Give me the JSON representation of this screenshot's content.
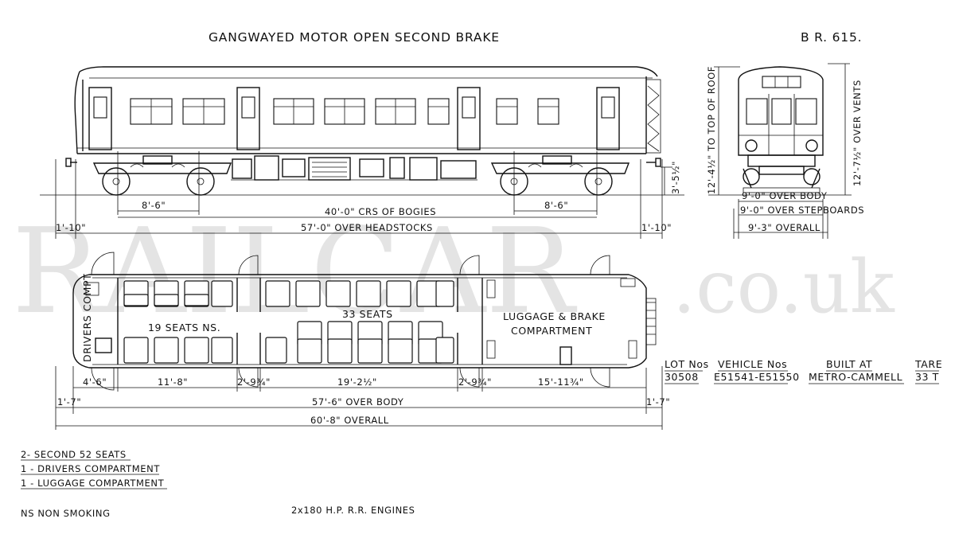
{
  "title": "GANGWAYED MOTOR OPEN SECOND BRAKE",
  "diagram_ref": "B R. 615.",
  "watermark": {
    "main": "RAILCAR",
    "suffix": ".co.uk"
  },
  "side_elevation": {
    "bogie_wheelbase_left": "8'-6\"",
    "bogie_wheelbase_right": "8'-6\"",
    "bogie_centres": "40'-0\" CRS OF BOGIES",
    "over_headstocks": "57'-0\" OVER HEADSTOCKS",
    "overhang_left": "1'-10\"",
    "overhang_right": "1'-10\"",
    "wheel_diameter": "3'-5½\""
  },
  "end_elevation": {
    "to_roof": "12'-4½\" TO TOP OF ROOF",
    "over_vents": "12'-7½\" OVER VENTS",
    "over_body": "9'-0\" OVER BODY",
    "over_stepboards": "9'-0\" OVER STEPBOARDS",
    "overall": "9'-3\" OVERALL"
  },
  "plan": {
    "drivers": "DRIVERS COMPT",
    "seats_ns": "19 SEATS  NS.",
    "seats_main": "33 SEATS",
    "luggage": [
      "LUGGAGE & BRAKE",
      "COMPARTMENT"
    ],
    "dims": [
      "4'-6\"",
      "11'-8\"",
      "2'-9¾\"",
      "19'-2½\"",
      "2'-9¾\"",
      "15'-11¾\""
    ],
    "over_body": "57'-6\" OVER BODY",
    "overhang_left": "1'-7\"",
    "overhang_right": "1'-7\"",
    "overall": "60'-8\" OVERALL"
  },
  "info_table": {
    "headers": [
      "LOT Nos",
      "VEHICLE Nos",
      "BUILT AT",
      "TARE"
    ],
    "values": [
      "30508",
      "E51541-E51550",
      "METRO-CAMMELL",
      "33 T"
    ]
  },
  "notes": [
    "2- SECOND 52 SEATS",
    "1 - DRIVERS COMPARTMENT",
    "1 - LUGGAGE COMPARTMENT"
  ],
  "legend": "NS    NON SMOKING",
  "engines": "2x180   H.P.   R.R.  ENGINES"
}
